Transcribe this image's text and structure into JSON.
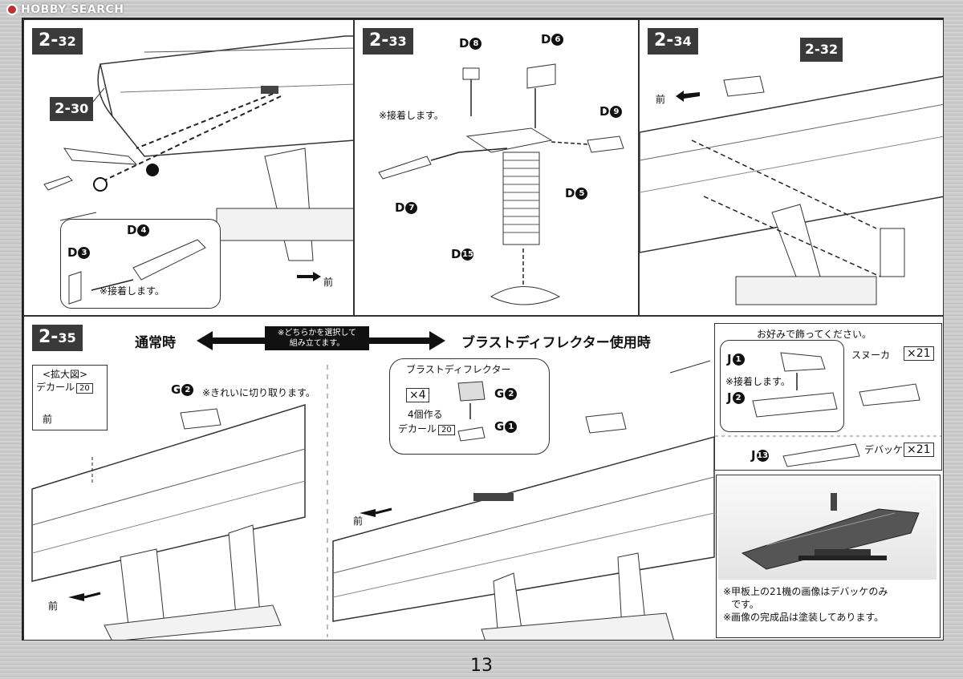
{
  "watermark": "HOBBY SEARCH",
  "page_number": "13",
  "panels": [
    {
      "step_main": "2-",
      "step_sub": "32",
      "ref_main": "2-",
      "ref_sub": "30",
      "front": "前",
      "callout": {
        "part_a": "D",
        "part_a_num": "4",
        "part_b": "D",
        "part_b_num": "3",
        "note": "※接着します。"
      }
    },
    {
      "step_main": "2-",
      "step_sub": "33",
      "note": "※接着します。",
      "parts": [
        {
          "name": "D",
          "num": "8"
        },
        {
          "name": "D",
          "num": "6"
        },
        {
          "name": "D",
          "num": "9"
        },
        {
          "name": "D",
          "num": "7"
        },
        {
          "name": "D",
          "num": "5"
        },
        {
          "name": "D",
          "num": "15"
        }
      ]
    },
    {
      "step_main": "2-",
      "step_sub": "34",
      "ref_main": "2-",
      "ref_sub": "32",
      "front": "前"
    },
    {
      "step_main": "2-",
      "step_sub": "35",
      "option_left": "通常時",
      "option_right": "ブラストディフレクター使用時",
      "choice_note_1": "※どちらかを選択して",
      "choice_note_2": "組み立てます。",
      "front": "前",
      "enlarged": {
        "title": "<拡大図>",
        "decal": "デカール",
        "decal_num": "20"
      },
      "g2": {
        "name": "G",
        "num": "2",
        "note": "※きれいに切り取ります。"
      },
      "deflector": {
        "title": "ブラストディフレクター",
        "qty": "×4",
        "make": "4個作る",
        "decal": "デカール",
        "decal_num": "20",
        "p1": "G",
        "p1_num": "2",
        "p2": "G",
        "p2_num": "1"
      },
      "optional": {
        "title": "お好みで飾ってください。",
        "j1": "J",
        "j1_num": "1",
        "glue": "※接着します。",
        "j2": "J",
        "j2_num": "2",
        "snuka": "スヌーカ",
        "snuka_qty": "×21",
        "debakke": "デバッケ",
        "debakke_qty": "×21",
        "j13": "J",
        "j13_num": "13"
      },
      "photo_notes": [
        "※甲板上の21機の画像はデバッケのみ",
        "です。",
        "※画像の完成品は塗装してあります。"
      ]
    }
  ]
}
